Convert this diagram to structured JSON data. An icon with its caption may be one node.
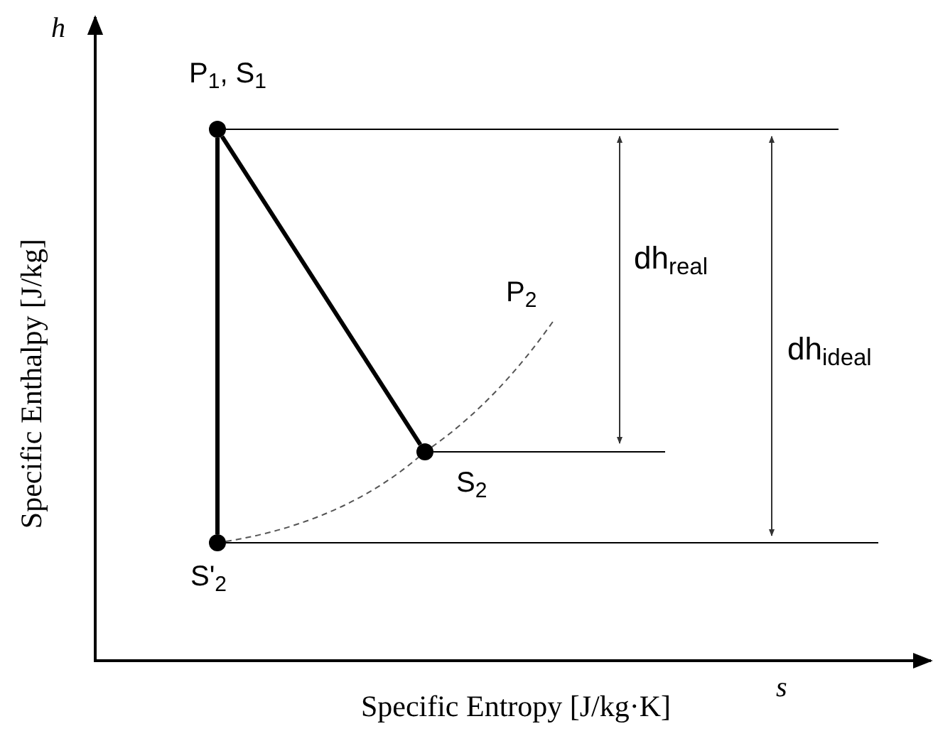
{
  "diagram": {
    "nodes": [
      {
        "text": [],
        "shape": "circle",
        "beside": [
          "P$_{1}$, S$_{1}$"
        ]
      },
      {
        "text": [],
        "shape": "circle",
        "beside": [
          "S$_{2}$"
        ]
      },
      {
        "text": [],
        "shape": "circle",
        "beside": [
          "S'$_{2}$"
        ]
      }
    ],
    "edges": [
      {
        "from": 0,
        "to": 1,
        "arrow": "none",
        "style": "thick"
      },
      {
        "from": 0,
        "to": 2,
        "arrow": "none",
        "style": "thick"
      },
      {
        "from": 2,
        "to": 1,
        "arrow": "none",
        "style": "dashed",
        "color": "#555555"
      },
      {
        "from": 1,
        "to": null,
        "arrow": "none",
        "style": "dashed",
        "color": "#555555"
      },
      {
        "from": 0,
        "to": null,
        "arrow": "none"
      },
      {
        "from": 1,
        "to": null,
        "arrow": "none"
      },
      {
        "from": 2,
        "to": null,
        "arrow": "none"
      }
    ],
    "labels": [
      "h",
      "P$_{2}$",
      "dh$_{real}$",
      "dh$_{ideal}$",
      "Specific Enthalpy [J/kg]",
      "Specific Entropy [J/kg·K]",
      "s"
    ]
  }
}
